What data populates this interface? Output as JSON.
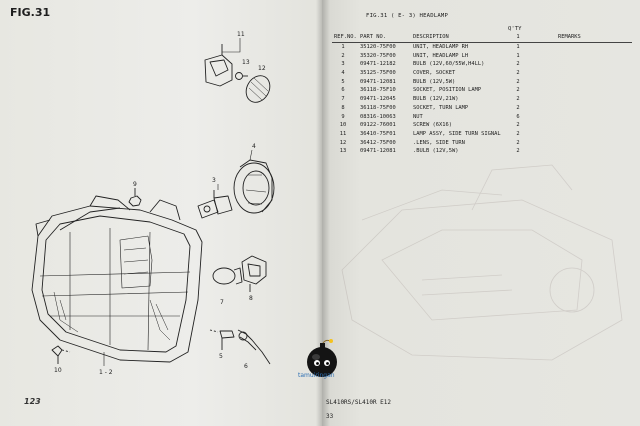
{
  "figure": {
    "label": "FIG.31",
    "callouts": [
      "11",
      "13",
      "12",
      "4",
      "9",
      "3",
      "7",
      "8",
      "10",
      "1 - 2",
      "5",
      "6"
    ],
    "page_code": "123"
  },
  "parts_list": {
    "header": "FIG.31 (  E- 3)  HEADLAMP",
    "qty_top": "Q'TY",
    "columns": {
      "ref": "REF.NO.",
      "part": "PART NO.",
      "desc": "DESCRIPTION",
      "qty": "1",
      "remarks": "REMARKS"
    },
    "rows": [
      {
        "ref": "1",
        "part": "35120-75F00",
        "desc": "UNIT, HEADLAMP RH",
        "qty": "1"
      },
      {
        "ref": "2",
        "part": "35320-75F00",
        "desc": "UNIT, HEADLAMP LH",
        "qty": "1"
      },
      {
        "ref": "3",
        "part": "09471-12182",
        "desc": "BULB (12V,60/55W,H4LL)",
        "qty": "2"
      },
      {
        "ref": "4",
        "part": "35125-75F00",
        "desc": "COVER, SOCKET",
        "qty": "2"
      },
      {
        "ref": "5",
        "part": "09471-12081",
        "desc": "BULB (12V,5W)",
        "qty": "2"
      },
      {
        "ref": "6",
        "part": "36118-75F10",
        "desc": "SOCKET, POSITION LAMP",
        "qty": "2"
      },
      {
        "ref": "7",
        "part": "09471-12045",
        "desc": "BULB (12V,21W)",
        "qty": "2"
      },
      {
        "ref": "8",
        "part": "36118-75F00",
        "desc": "SOCKET, TURN LAMP",
        "qty": "2"
      },
      {
        "ref": "9",
        "part": "08316-10063",
        "desc": "NUT",
        "qty": "6"
      },
      {
        "ref": "10",
        "part": "09122-76001",
        "desc": "SCREW (6X16)",
        "qty": "2"
      },
      {
        "ref": "11",
        "part": "36410-75F01",
        "desc": "LAMP ASSY, SIDE TURN SIGNAL",
        "qty": "2"
      },
      {
        "ref": "12",
        "part": "36412-75F00",
        "desc": ".LENS, SIDE TURN",
        "qty": "2"
      },
      {
        "ref": "13",
        "part": "09471-12081",
        "desc": ".BULB (12V,5W)",
        "qty": "2"
      }
    ]
  },
  "footer": {
    "model": "SL410RS/SL410R E12",
    "page": "33"
  },
  "watermark": {
    "text": "tamuiringan"
  }
}
